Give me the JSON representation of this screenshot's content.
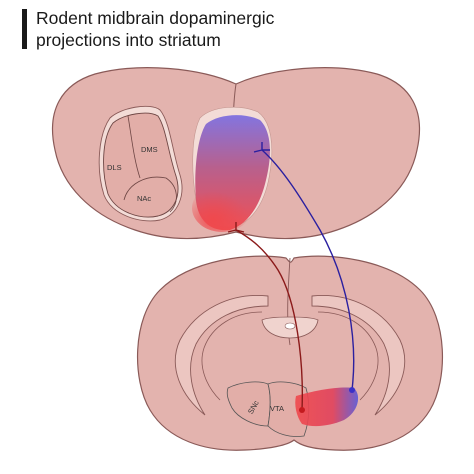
{
  "title": {
    "line1": "Rodent midbrain dopaminergic",
    "line2": "projections into striatum"
  },
  "labels": {
    "dls": "DLS",
    "dms": "DMS",
    "nac": "NAc",
    "snc": "SNc",
    "vta": "VTA"
  },
  "colors": {
    "tissue": "#e3b3ae",
    "tissue_outline": "#8a5a58",
    "ventricle": "#f0d9d4",
    "red_projection": "#e8353a",
    "blue_projection": "#5a4fd6",
    "red_axon": "#8b1a1a",
    "blue_axon": "#2a1fa0"
  }
}
